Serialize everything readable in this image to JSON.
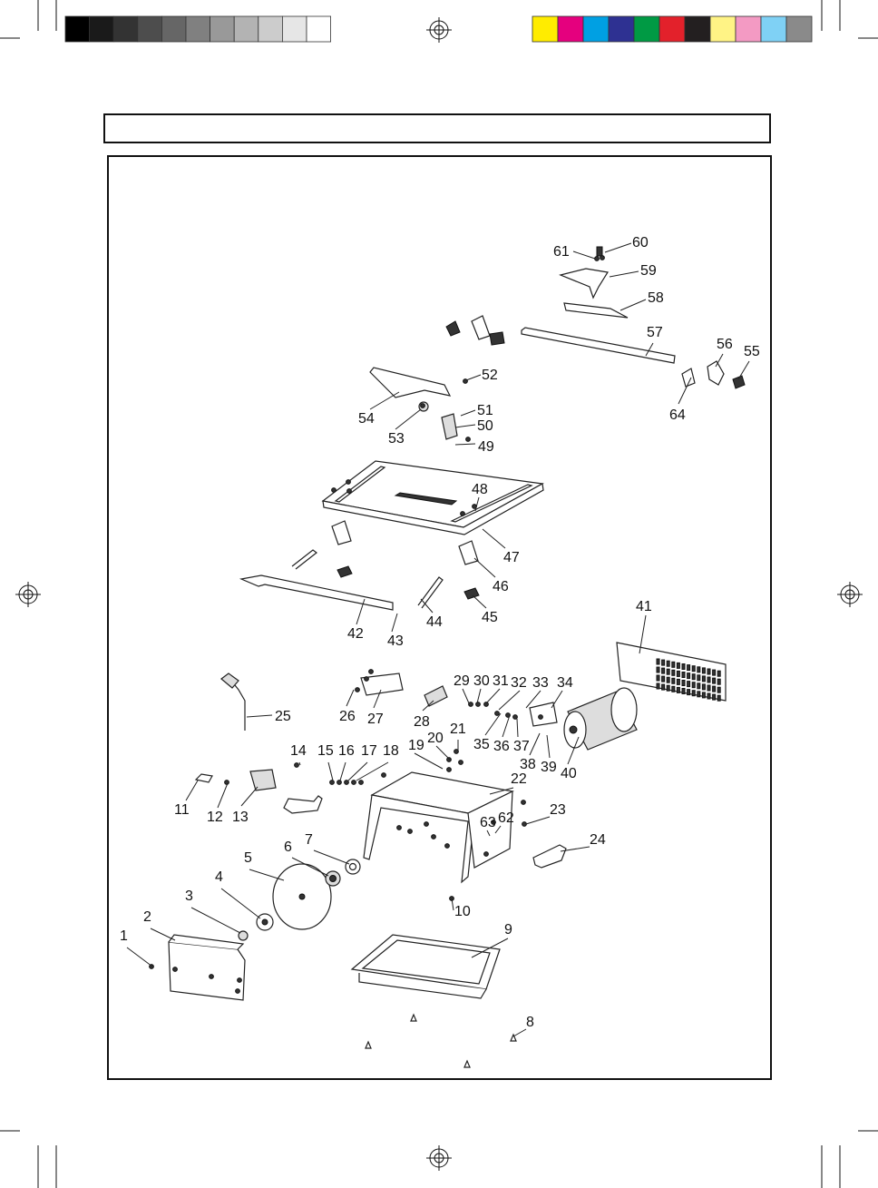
{
  "header": {
    "title_bar_text": ""
  },
  "print_marks": {
    "grayscale_swatches": [
      "#000000",
      "#1a1a1a",
      "#333333",
      "#4d4d4d",
      "#666666",
      "#808080",
      "#999999",
      "#b3b3b3",
      "#cccccc",
      "#e6e6e6",
      "#ffffff"
    ],
    "color_swatches": [
      "#ffec00",
      "#e5007e",
      "#00a0e3",
      "#2e3192",
      "#009a44",
      "#e3212b",
      "#231f20",
      "#fff385",
      "#f39ac3",
      "#7fd1f5",
      "#8a8a8a"
    ]
  },
  "diagram": {
    "labels": [
      {
        "id": "1",
        "text": "1"
      },
      {
        "id": "2",
        "text": "2"
      },
      {
        "id": "3",
        "text": "3"
      },
      {
        "id": "4",
        "text": "4"
      },
      {
        "id": "5",
        "text": "5"
      },
      {
        "id": "6",
        "text": "6"
      },
      {
        "id": "7",
        "text": "7"
      },
      {
        "id": "8",
        "text": "8"
      },
      {
        "id": "9",
        "text": "9"
      },
      {
        "id": "10",
        "text": "10"
      },
      {
        "id": "11",
        "text": "11"
      },
      {
        "id": "12",
        "text": "12"
      },
      {
        "id": "13",
        "text": "13"
      },
      {
        "id": "14",
        "text": "14"
      },
      {
        "id": "15",
        "text": "15"
      },
      {
        "id": "16",
        "text": "16"
      },
      {
        "id": "17",
        "text": "17"
      },
      {
        "id": "18",
        "text": "18"
      },
      {
        "id": "19",
        "text": "19"
      },
      {
        "id": "20",
        "text": "20"
      },
      {
        "id": "21",
        "text": "21"
      },
      {
        "id": "22",
        "text": "22"
      },
      {
        "id": "23",
        "text": "23"
      },
      {
        "id": "24",
        "text": "24"
      },
      {
        "id": "25",
        "text": "25"
      },
      {
        "id": "26",
        "text": "26"
      },
      {
        "id": "27",
        "text": "27"
      },
      {
        "id": "28",
        "text": "28"
      },
      {
        "id": "29",
        "text": "29"
      },
      {
        "id": "30",
        "text": "30"
      },
      {
        "id": "31",
        "text": "31"
      },
      {
        "id": "32",
        "text": "32"
      },
      {
        "id": "33",
        "text": "33"
      },
      {
        "id": "34",
        "text": "34"
      },
      {
        "id": "35",
        "text": "35"
      },
      {
        "id": "36",
        "text": "36"
      },
      {
        "id": "37",
        "text": "37"
      },
      {
        "id": "38",
        "text": "38"
      },
      {
        "id": "39",
        "text": "39"
      },
      {
        "id": "40",
        "text": "40"
      },
      {
        "id": "41",
        "text": "41"
      },
      {
        "id": "42",
        "text": "42"
      },
      {
        "id": "43",
        "text": "43"
      },
      {
        "id": "44",
        "text": "44"
      },
      {
        "id": "45",
        "text": "45"
      },
      {
        "id": "46",
        "text": "46"
      },
      {
        "id": "47",
        "text": "47"
      },
      {
        "id": "48",
        "text": "48"
      },
      {
        "id": "49",
        "text": "49"
      },
      {
        "id": "50",
        "text": "50"
      },
      {
        "id": "51",
        "text": "51"
      },
      {
        "id": "52",
        "text": "52"
      },
      {
        "id": "53",
        "text": "53"
      },
      {
        "id": "54",
        "text": "54"
      },
      {
        "id": "55",
        "text": "55"
      },
      {
        "id": "56",
        "text": "56"
      },
      {
        "id": "57",
        "text": "57"
      },
      {
        "id": "58",
        "text": "58"
      },
      {
        "id": "59",
        "text": "59"
      },
      {
        "id": "60",
        "text": "60"
      },
      {
        "id": "61",
        "text": "61"
      },
      {
        "id": "62",
        "text": "62"
      },
      {
        "id": "63",
        "text": "63"
      },
      {
        "id": "64",
        "text": "64"
      }
    ]
  }
}
